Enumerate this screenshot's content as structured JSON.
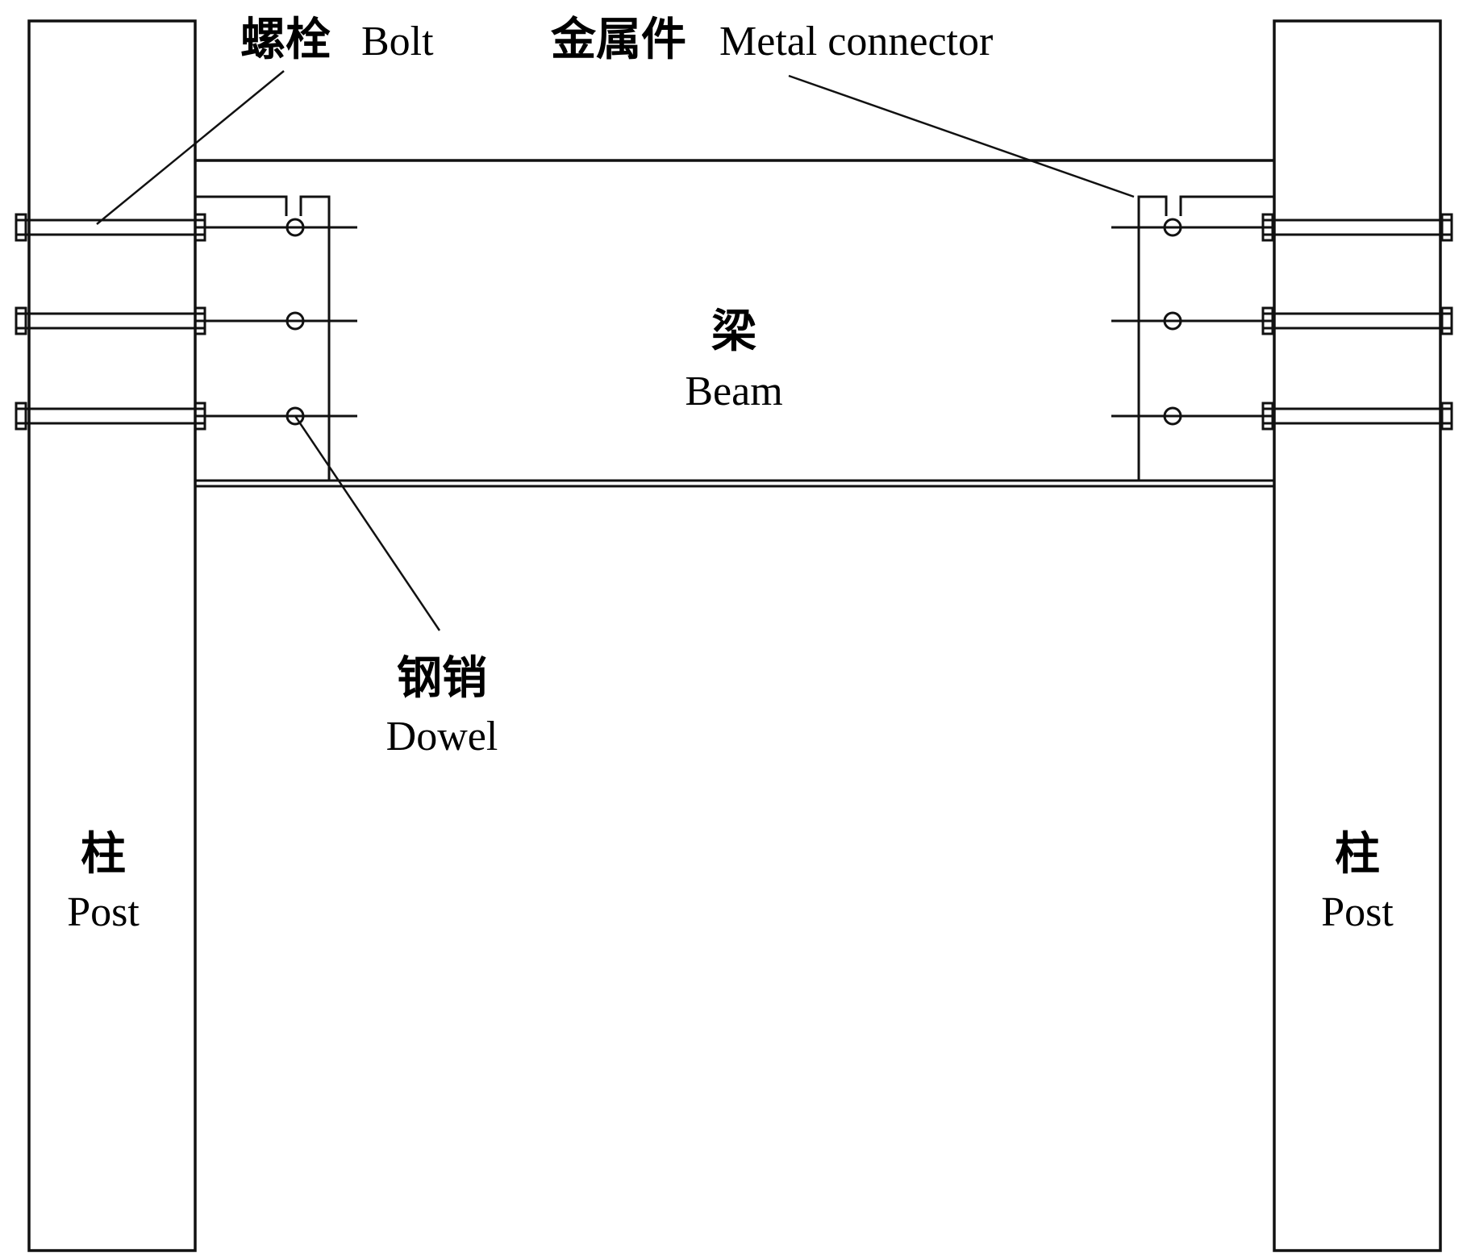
{
  "labels": {
    "bolt_zh": "螺栓",
    "bolt_en": "Bolt",
    "connector_zh": "金属件",
    "connector_en": "Metal connector",
    "beam_zh": "梁",
    "beam_en": "Beam",
    "dowel_zh": "钢销",
    "dowel_en": "Dowel",
    "post_left_zh": "柱",
    "post_left_en": "Post",
    "post_right_zh": "柱",
    "post_right_en": "Post"
  },
  "colors": {
    "line": "#111111",
    "background": "#ffffff"
  }
}
